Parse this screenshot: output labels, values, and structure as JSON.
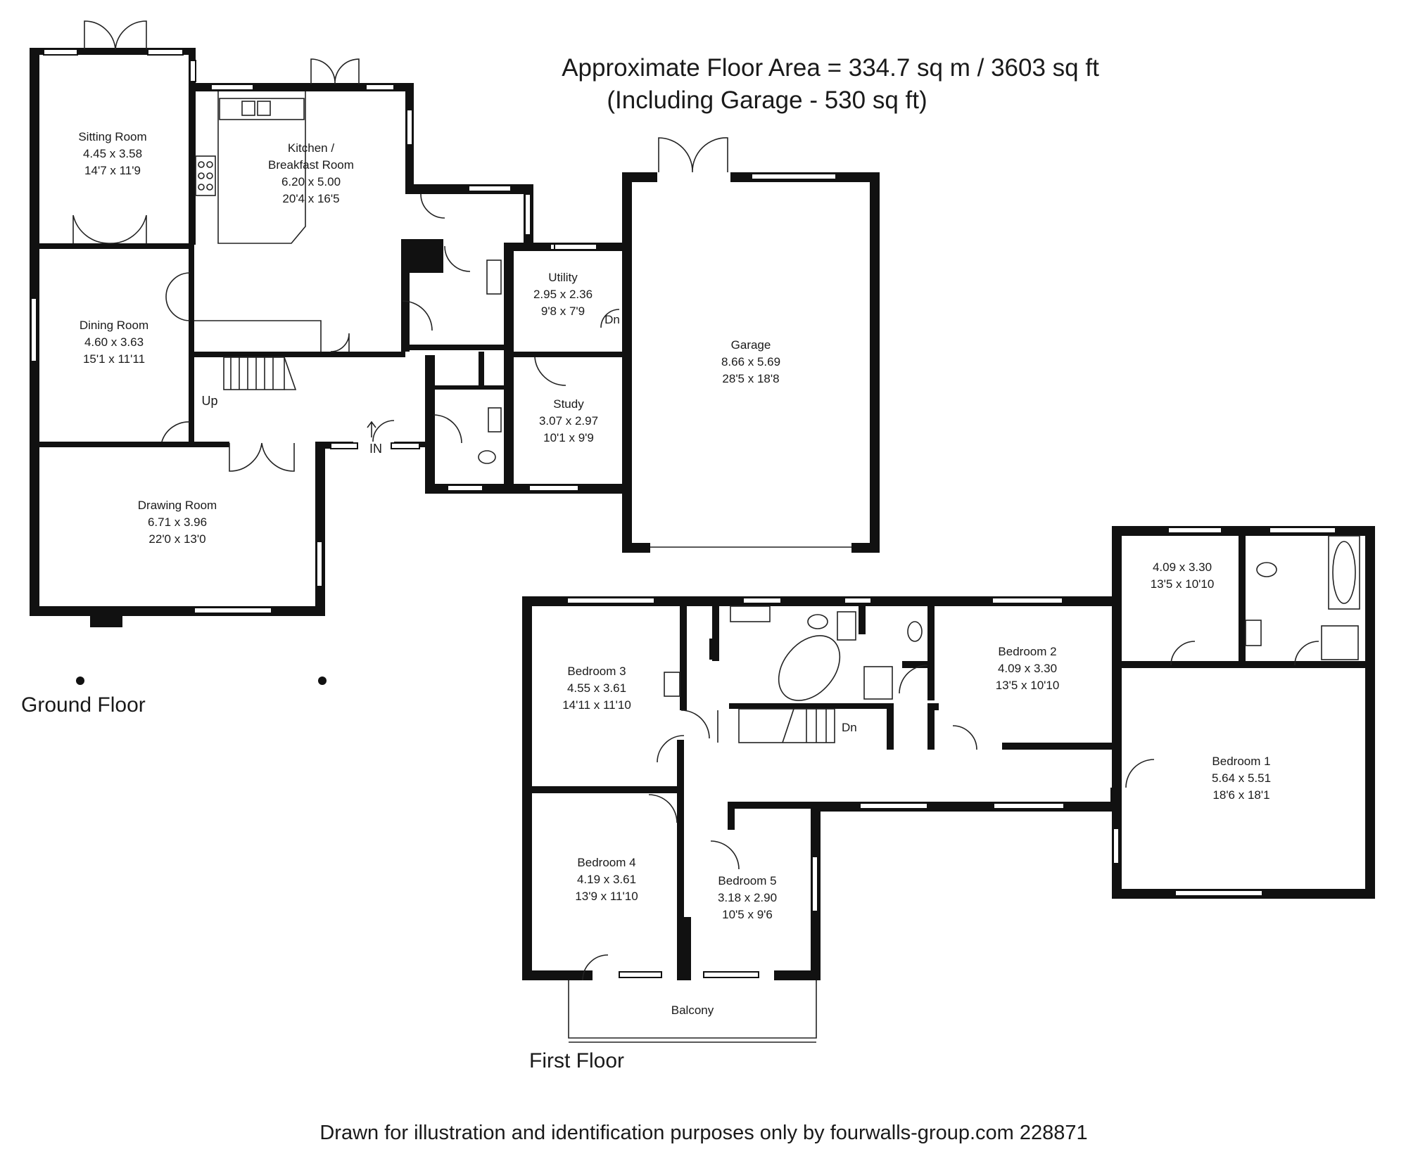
{
  "header": {
    "line1": "Approximate Floor Area = 334.7 sq m / 3603 sq ft",
    "line2": "(Including Garage - 530 sq ft)"
  },
  "floors": {
    "ground": "Ground Floor",
    "first": "First Floor"
  },
  "rooms": {
    "sitting_room": {
      "name": "Sitting Room",
      "metric": "4.45 x 3.58",
      "imperial": "14'7 x 11'9"
    },
    "kitchen": {
      "name": "Kitchen /",
      "name2": "Breakfast Room",
      "metric": "6.20 x 5.00",
      "imperial": "20'4 x 16'5"
    },
    "dining_room": {
      "name": "Dining Room",
      "metric": "4.60 x 3.63",
      "imperial": "15'1 x 11'11"
    },
    "utility": {
      "name": "Utility",
      "metric": "2.95 x 2.36",
      "imperial": "9'8 x 7'9"
    },
    "study": {
      "name": "Study",
      "metric": "3.07 x 2.97",
      "imperial": "10'1 x 9'9"
    },
    "garage": {
      "name": "Garage",
      "metric": "8.66 x 5.69",
      "imperial": "28'5 x 18'8"
    },
    "drawing_room": {
      "name": "Drawing Room",
      "metric": "6.71 x 3.96",
      "imperial": "22'0 x 13'0"
    },
    "bedroom_3": {
      "name": "Bedroom 3",
      "metric": "4.55 x 3.61",
      "imperial": "14'11 x 11'10"
    },
    "bedroom_2": {
      "name": "Bedroom 2",
      "metric": "4.09 x 3.30",
      "imperial": "13'5 x 10'10"
    },
    "dressing": {
      "metric": "4.09 x 3.30",
      "imperial": "13'5 x 10'10"
    },
    "bedroom_1": {
      "name": "Bedroom 1",
      "metric": "5.64 x 5.51",
      "imperial": "18'6 x 18'1"
    },
    "bedroom_4": {
      "name": "Bedroom 4",
      "metric": "4.19 x 3.61",
      "imperial": "13'9 x 11'10"
    },
    "bedroom_5": {
      "name": "Bedroom 5",
      "metric": "3.18 x 2.90",
      "imperial": "10'5 x 9'6"
    },
    "balcony": {
      "name": "Balcony"
    }
  },
  "markers": {
    "up": "Up",
    "in": "IN",
    "down_utility": "Dn",
    "down_stairs": "Dn"
  },
  "footer": "Drawn for illustration and identification purposes only by fourwalls-group.com 228871"
}
